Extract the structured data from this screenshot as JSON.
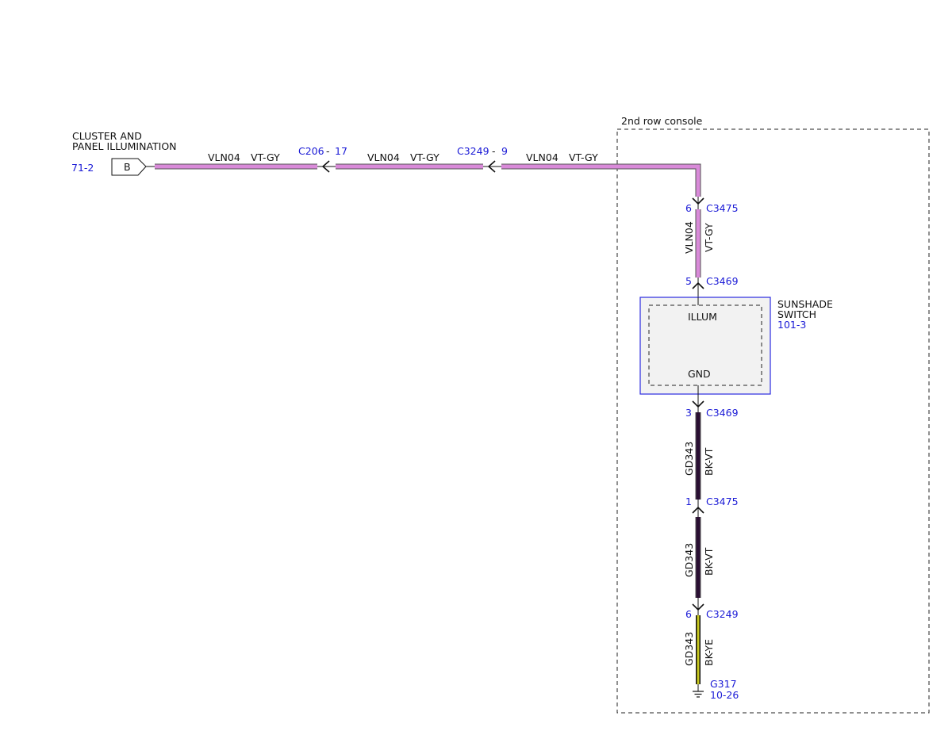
{
  "colors": {
    "vt_gy": "#d98ad9",
    "bk_vt": "#2a0f33",
    "bk_ye": "#c7c720",
    "ref_blue": "#1a1ad6",
    "module_border": "#2a2ae0",
    "module_fill": "#f2f2f2"
  },
  "diagram": {
    "source": {
      "name_line1": "CLUSTER AND",
      "name_line2": "PANEL ILLUMINATION",
      "ref": "71-2",
      "connector_tag": "B"
    },
    "h_wires": [
      {
        "circuit": "VLN04",
        "color": "VT-GY"
      },
      {
        "circuit": "VLN04",
        "color": "VT-GY"
      },
      {
        "circuit": "VLN04",
        "color": "VT-GY"
      }
    ],
    "inline_connectors": [
      {
        "name": "C206",
        "sep": "-",
        "pin": "17"
      },
      {
        "name": "C3249",
        "sep": "-",
        "pin": "9"
      }
    ],
    "zone_label": "2nd row console",
    "v_connectors": [
      {
        "pin": "6",
        "name": "C3475"
      },
      {
        "pin": "5",
        "name": "C3469"
      },
      {
        "pin": "3",
        "name": "C3469"
      },
      {
        "pin": "1",
        "name": "C3475"
      },
      {
        "pin": "6",
        "name": "C3249"
      }
    ],
    "v_wires": [
      {
        "circuit": "VLN04",
        "color": "VT-GY"
      },
      {
        "circuit": "GD343",
        "color": "BK-VT"
      },
      {
        "circuit": "GD343",
        "color": "BK-VT"
      },
      {
        "circuit": "GD343",
        "color": "BK-YE"
      }
    ],
    "module": {
      "name_line1": "SUNSHADE",
      "name_line2": "SWITCH",
      "ref": "101-3",
      "pin_top": "ILLUM",
      "pin_bottom": "GND"
    },
    "ground": {
      "name": "G317",
      "ref": "10-26"
    }
  }
}
